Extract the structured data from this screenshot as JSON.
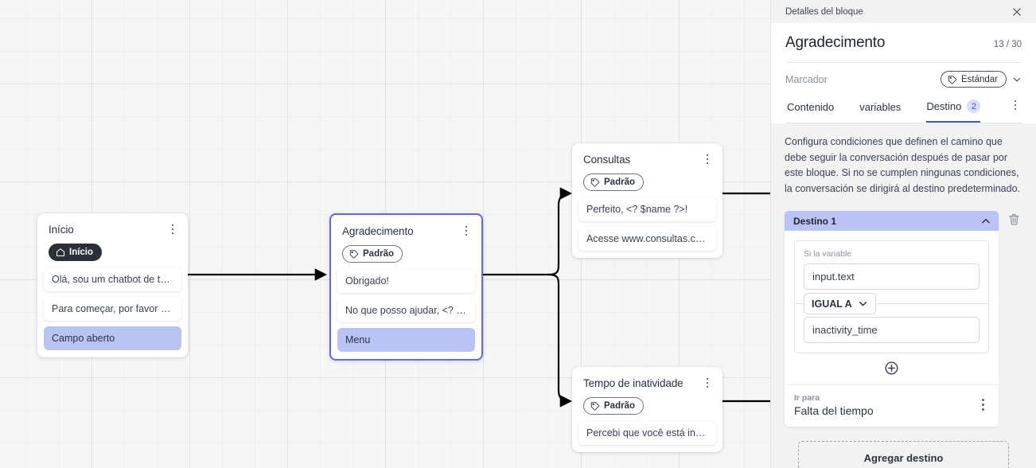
{
  "canvas": {
    "nodes": [
      {
        "id": "inicio",
        "title": "Início",
        "badge": "Início",
        "badge_icon": "home-icon",
        "messages": [
          "Olá, sou um chatbot de teste!",
          "Para começar, por favor digite o ...",
          "Campo aberto"
        ],
        "highlight_index": 2,
        "selected": false
      },
      {
        "id": "agradecimento",
        "title": "Agradecimento",
        "badge": "Padrão",
        "badge_icon": "tag-icon",
        "messages": [
          "Obrigado!",
          "No que posso ajudar, <? $name ...",
          "Menu"
        ],
        "highlight_index": 2,
        "selected": true
      },
      {
        "id": "consultas",
        "title": "Consultas",
        "badge": "Padrão",
        "badge_icon": "tag-icon",
        "messages": [
          "Perfeito, <? $name ?>!",
          "Acesse www.consultas.com par..."
        ],
        "highlight_index": -1,
        "selected": false
      },
      {
        "id": "inatividade",
        "title": "Tempo de inatividade",
        "badge": "Padrão",
        "badge_icon": "tag-icon",
        "messages": [
          "Percebi que você está inativo. C..."
        ],
        "highlight_index": -1,
        "selected": false
      }
    ]
  },
  "panel": {
    "topbar_title": "Detalles del bloque",
    "close_icon": "close-icon",
    "title": "Agradecimento",
    "counter": "13 / 30",
    "marcador_label": "Marcador",
    "marcador_value": "Estándar",
    "marcador_icon": "tag-icon",
    "marcador_chevron": "chevron-down-icon",
    "tabs": [
      {
        "label": "Contenido",
        "badge": "",
        "active": false
      },
      {
        "label": "variables",
        "badge": "",
        "active": false
      },
      {
        "label": "Destino",
        "badge": "2",
        "active": true
      }
    ],
    "description": "Configura condiciones que definen el camino que debe seguir la conversación después de pasar por este bloque. Si no se cumplen ningunas condiciones, la conversación se dirigirá al destino predeterminado.",
    "destination": {
      "header": "Destino 1",
      "collapse_icon": "chevron-up-icon",
      "delete_icon": "trash-icon",
      "condition_label": "Si la variable",
      "variable_value": "input.text",
      "operator": "IGUAL A",
      "operator_icon": "chevron-down-icon",
      "compare_value": "inactivity_time",
      "add_condition_icon": "plus-circle-icon",
      "goto_label": "Ir para",
      "goto_value": "Falta del tiempo",
      "goto_menu_icon": "kebab-icon"
    },
    "add_destination_label": "Agregar destino",
    "accent_color": "#2b5fd9",
    "highlight_color": "#b9c4f5",
    "selected_node_border": "#6366e8"
  }
}
